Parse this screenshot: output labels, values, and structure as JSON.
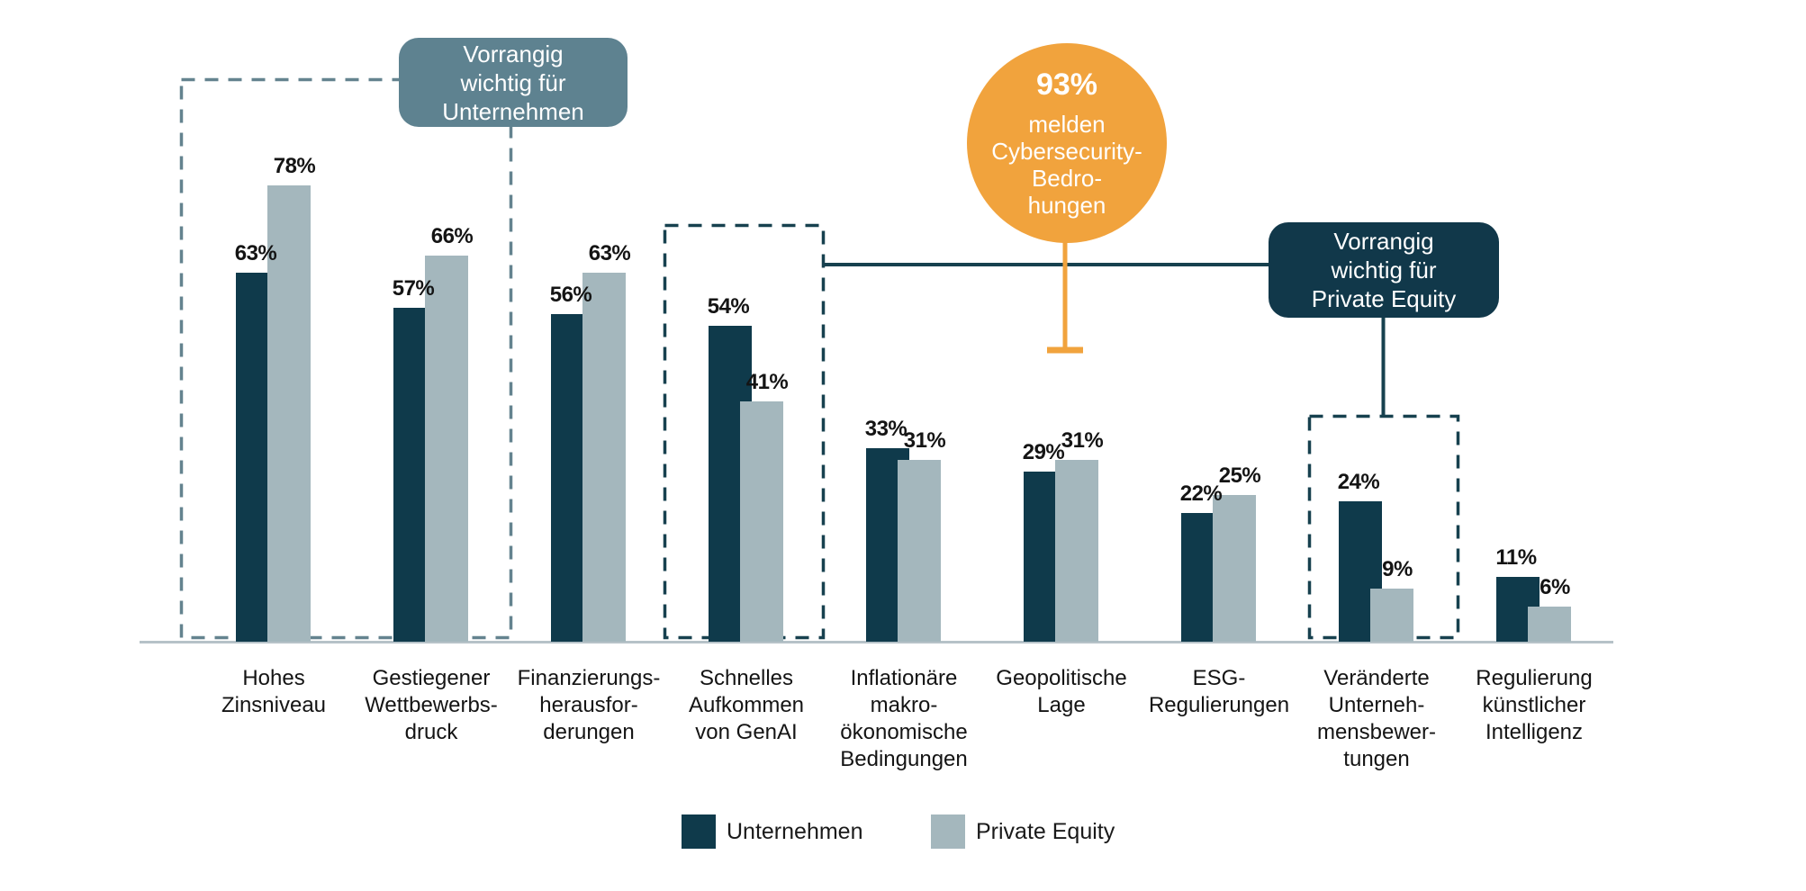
{
  "colors": {
    "unternehmen": "#0F3A4B",
    "private_equity": "#A4B7BD",
    "orange": "#F1A33D",
    "callout_gray": "#5E8290",
    "callout_navy": "#11384A",
    "dash_gray": "#64838F",
    "dash_navy": "#17414F",
    "axis": "#B6C2C8",
    "text": "#141414"
  },
  "chart_data": {
    "type": "bar",
    "title": "",
    "xlabel": "",
    "ylabel": "",
    "grid": false,
    "value_suffix": "%",
    "legend_position": "bottom",
    "categories": [
      "Hohes Zinsniveau",
      "Gestiegener Wettbewerbs­druck",
      "Finanzierungs­herausfor­derungen",
      "Schnelles Aufkommen von GenAI",
      "Inflationäre makro­ökonomische Bedingungen",
      "Geopolitische Lage",
      "ESG-Regulierungen",
      "Veränderte Unterneh­mensbewer­tungen",
      "Regulierung künstlicher Intelligenz"
    ],
    "category_lines": [
      [
        "Hohes",
        "Zinsniveau"
      ],
      [
        "Gestiegener",
        "Wettbewerbs-",
        "druck"
      ],
      [
        "Finanzierungs-",
        "herausfor-",
        "derungen"
      ],
      [
        "Schnelles",
        "Aufkommen",
        "von GenAI"
      ],
      [
        "Inflationäre",
        "makro-",
        "ökonomische",
        "Bedingungen"
      ],
      [
        "Geopolitische",
        "Lage"
      ],
      [
        "ESG-",
        "Regulierungen"
      ],
      [
        "Veränderte",
        "Unterneh-",
        "mensbewer-",
        "tungen"
      ],
      [
        "Regulierung",
        "künstlicher",
        "Intelligenz"
      ]
    ],
    "series": [
      {
        "name": "Unternehmen",
        "color": "#0F3A4B",
        "values": [
          63,
          57,
          56,
          54,
          33,
          29,
          22,
          24,
          11
        ]
      },
      {
        "name": "Private Equity",
        "color": "#A4B7BD",
        "values": [
          78,
          66,
          63,
          41,
          31,
          31,
          25,
          9,
          6
        ]
      }
    ]
  },
  "annotations": {
    "callout_unternehmen": {
      "lines": [
        "Vorrangig",
        "wichtig für",
        "Unternehmen"
      ],
      "text": "Vorrangig wichtig für Unternehmen",
      "highlighted_categories": [
        "Hohes Zinsniveau",
        "Gestiegener Wettbewerbsdruck"
      ]
    },
    "callout_private_equity": {
      "lines": [
        "Vorrangig",
        "wichtig für",
        "Private Equity"
      ],
      "text": "Vorrangig wichtig für Private Equity",
      "highlighted_categories": [
        "Schnelles Aufkommen von GenAI",
        "Veränderte Unternehmensbewertungen"
      ]
    },
    "cybersecurity": {
      "headline": "93%",
      "lines": [
        "melden",
        "Cybersecurity-",
        "Bedro-",
        "hungen"
      ],
      "text": "93% melden Cybersecurity-Bedrohungen"
    }
  },
  "legend": {
    "items": [
      {
        "label": "Unternehmen",
        "color": "#0F3A4B"
      },
      {
        "label": "Private Equity",
        "color": "#A4B7BD"
      }
    ]
  }
}
